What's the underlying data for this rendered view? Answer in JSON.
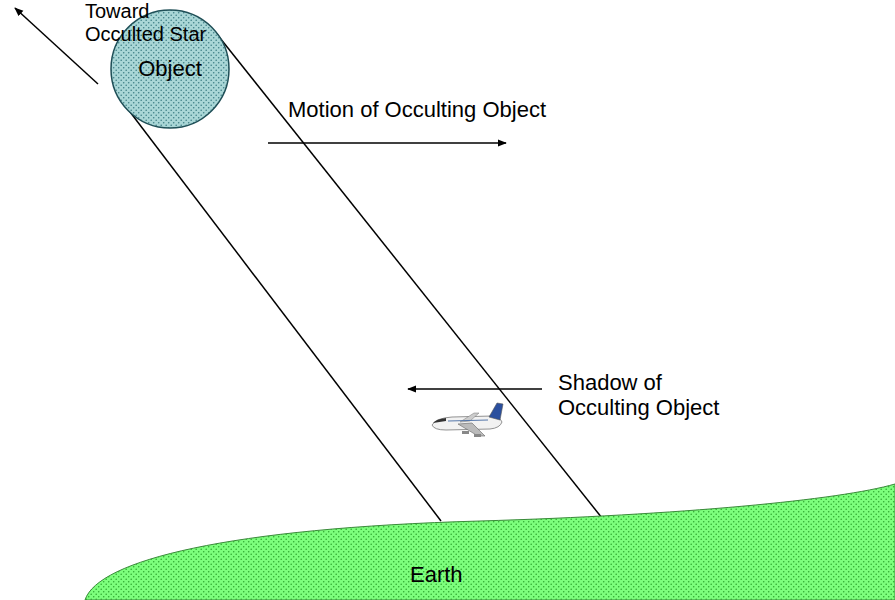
{
  "diagram": {
    "nodes": [
      {
        "text": [
          "Object"
        ]
      },
      {
        "text": [
          "Earth"
        ]
      }
    ],
    "labels": [
      "Toward Occulted Star",
      "Motion of Occulting Object",
      "Shadow of Occulting Object"
    ]
  }
}
